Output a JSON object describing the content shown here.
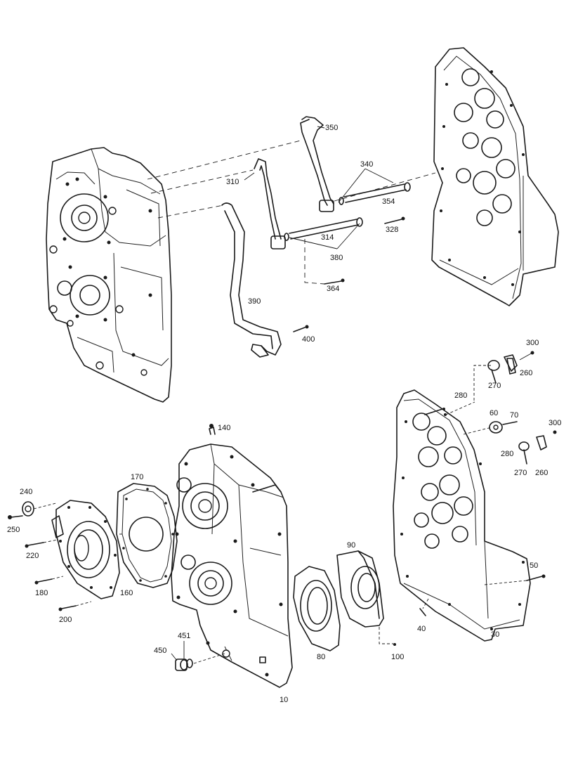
{
  "diagram": {
    "callouts": [
      {
        "id": "350",
        "label": "350"
      },
      {
        "id": "340",
        "label": "340"
      },
      {
        "id": "310",
        "label": "310"
      },
      {
        "id": "354",
        "label": "354"
      },
      {
        "id": "328",
        "label": "328"
      },
      {
        "id": "314",
        "label": "314"
      },
      {
        "id": "380",
        "label": "380"
      },
      {
        "id": "364",
        "label": "364"
      },
      {
        "id": "390",
        "label": "390"
      },
      {
        "id": "400",
        "label": "400"
      },
      {
        "id": "300a",
        "label": "300"
      },
      {
        "id": "260a",
        "label": "260"
      },
      {
        "id": "270a",
        "label": "270"
      },
      {
        "id": "280a",
        "label": "280"
      },
      {
        "id": "60",
        "label": "60"
      },
      {
        "id": "70",
        "label": "70"
      },
      {
        "id": "300b",
        "label": "300"
      },
      {
        "id": "280b",
        "label": "280"
      },
      {
        "id": "270b",
        "label": "270"
      },
      {
        "id": "260b",
        "label": "260"
      },
      {
        "id": "140",
        "label": "140"
      },
      {
        "id": "170",
        "label": "170"
      },
      {
        "id": "240",
        "label": "240"
      },
      {
        "id": "250",
        "label": "250"
      },
      {
        "id": "220",
        "label": "220"
      },
      {
        "id": "180",
        "label": "180"
      },
      {
        "id": "160",
        "label": "160"
      },
      {
        "id": "200",
        "label": "200"
      },
      {
        "id": "90",
        "label": "90"
      },
      {
        "id": "50",
        "label": "50"
      },
      {
        "id": "40",
        "label": "40"
      },
      {
        "id": "30",
        "label": "30"
      },
      {
        "id": "100",
        "label": "100"
      },
      {
        "id": "80",
        "label": "80"
      },
      {
        "id": "451",
        "label": "451"
      },
      {
        "id": "450",
        "label": "450"
      },
      {
        "id": "10",
        "label": "10"
      }
    ]
  }
}
